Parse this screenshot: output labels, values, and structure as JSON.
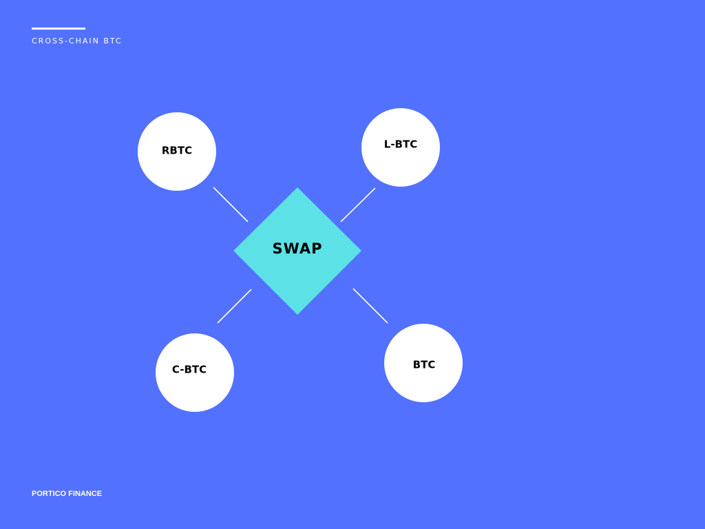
{
  "header": {
    "eyebrow": "CROSS-CHAIN BTC"
  },
  "diagram": {
    "hub": {
      "label": "SWAP"
    },
    "nodes": [
      {
        "id": "rbtc",
        "label": "RBTC"
      },
      {
        "id": "l-btc",
        "label": "L-BTC"
      },
      {
        "id": "c-btc",
        "label": "C-BTC"
      },
      {
        "id": "btc",
        "label": "BTC"
      }
    ]
  },
  "footer": {
    "brand": "PORTICO FINANCE"
  },
  "colors": {
    "background": "#5271ff",
    "hub_fill": "#5ce1e6",
    "node_fill": "#ffffff",
    "connector": "#ffffff",
    "text_light": "#ffffff",
    "text_dark": "#000000"
  }
}
